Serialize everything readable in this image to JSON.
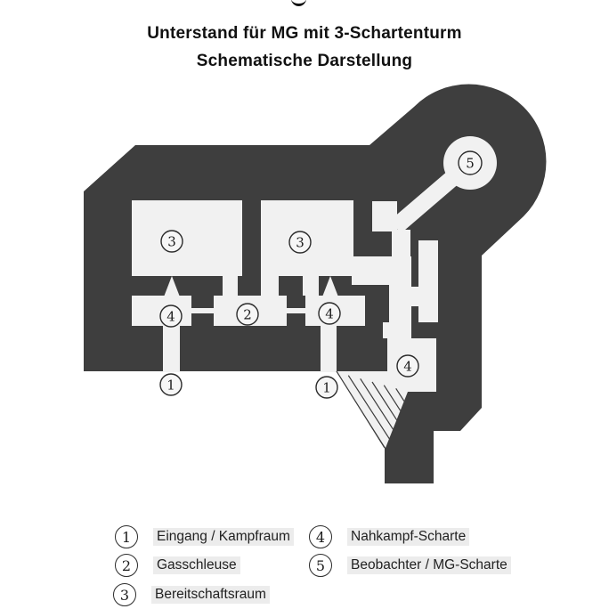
{
  "title": {
    "line1": "Unterstand für MG mit 3-Schartenturm",
    "line2": "Schematische Darstellung"
  },
  "colors": {
    "wall": "#3e3e3e",
    "room": "#f1f1f1",
    "page": "#ffffff",
    "line": "#3a3a3a",
    "legend_highlight": "#ececec",
    "text": "#222222",
    "title": "#111111"
  },
  "plan": {
    "markers": [
      {
        "n": "3"
      },
      {
        "n": "3"
      },
      {
        "n": "4"
      },
      {
        "n": "2"
      },
      {
        "n": "4"
      },
      {
        "n": "1"
      },
      {
        "n": "1"
      },
      {
        "n": "4"
      },
      {
        "n": "5"
      }
    ]
  },
  "legend": {
    "items": [
      {
        "n": "1",
        "label": "Eingang / Kampfraum"
      },
      {
        "n": "2",
        "label": "Gasschleuse"
      },
      {
        "n": "3",
        "label": "Bereitschaftsraum"
      },
      {
        "n": "4",
        "label": "Nahkampf-Scharte"
      },
      {
        "n": "5",
        "label": "Beobachter / MG-Scharte"
      }
    ]
  }
}
